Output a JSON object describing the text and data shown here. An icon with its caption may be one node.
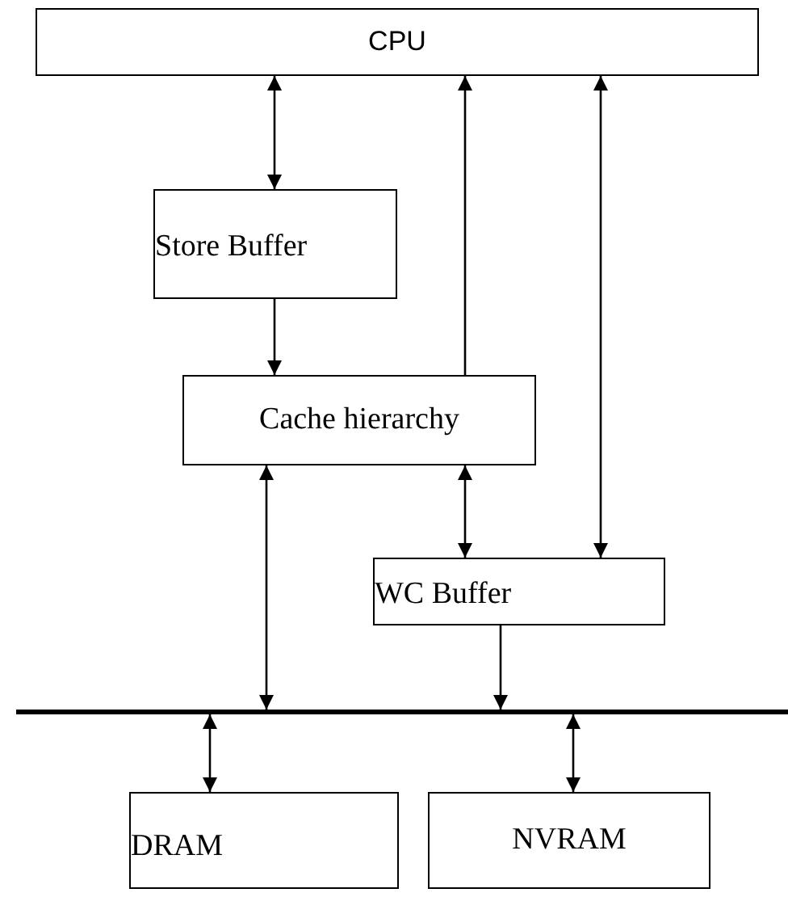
{
  "diagram": {
    "nodes": [
      {
        "text": [
          "CPU"
        ]
      },
      {
        "text": [
          "Store Buffer"
        ]
      },
      {
        "text": [
          "Cache hierarchy"
        ]
      },
      {
        "text": [
          "WC Buffer"
        ]
      },
      {
        "text": [],
        "shape": "bar"
      },
      {
        "text": [
          "DRAM"
        ]
      },
      {
        "text": [
          "NVRAM"
        ]
      }
    ],
    "edges": [
      {
        "from": 0,
        "to": 1,
        "arrow": "both"
      },
      {
        "from": 1,
        "to": 2,
        "arrow": "to"
      },
      {
        "from": 2,
        "to": 0,
        "arrow": "to"
      },
      {
        "from": 0,
        "to": 3,
        "arrow": "both"
      },
      {
        "from": 2,
        "to": 3,
        "arrow": "both"
      },
      {
        "from": 2,
        "to": 4,
        "arrow": "both"
      },
      {
        "from": 3,
        "to": 4,
        "arrow": "to"
      },
      {
        "from": 4,
        "to": 5,
        "arrow": "both"
      },
      {
        "from": 4,
        "to": 6,
        "arrow": "both"
      }
    ]
  }
}
